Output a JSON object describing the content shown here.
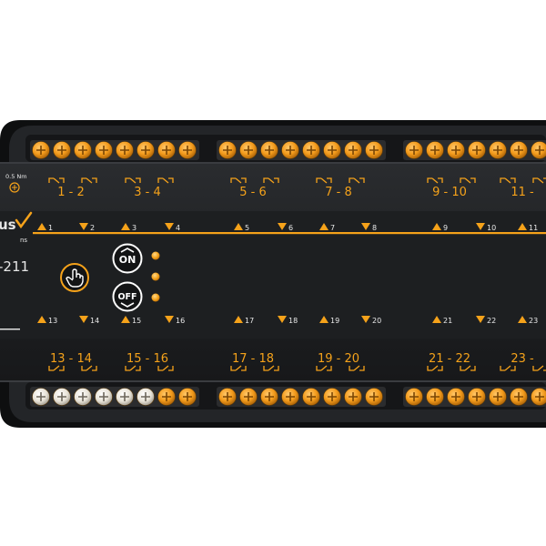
{
  "device": {
    "brand_fragment": "us",
    "brand_sub": "ns",
    "model_fragment": "-211",
    "torque_label": "0.5 Nm",
    "colors": {
      "accent": "#f5a21a",
      "body": "#202224",
      "terminal_rail": "#1b1c1e"
    }
  },
  "buttons": {
    "on_label": "ON",
    "off_label": "OFF",
    "manual_icon": "hand-pointer-icon"
  },
  "top_terminal_labels": [
    "1 - 2",
    "3 - 4",
    "5 - 6",
    "7 - 8",
    "9 - 10",
    "11 -"
  ],
  "bottom_terminal_labels": [
    "13 - 14",
    "15 - 16",
    "17 - 18",
    "19 - 20",
    "21 - 22",
    "23 -"
  ],
  "top_channels": [
    "1",
    "2",
    "3",
    "4",
    "5",
    "6",
    "7",
    "8",
    "9",
    "10",
    "11"
  ],
  "bottom_channels": [
    "13",
    "14",
    "15",
    "16",
    "17",
    "18",
    "19",
    "20",
    "21",
    "22",
    "23"
  ]
}
